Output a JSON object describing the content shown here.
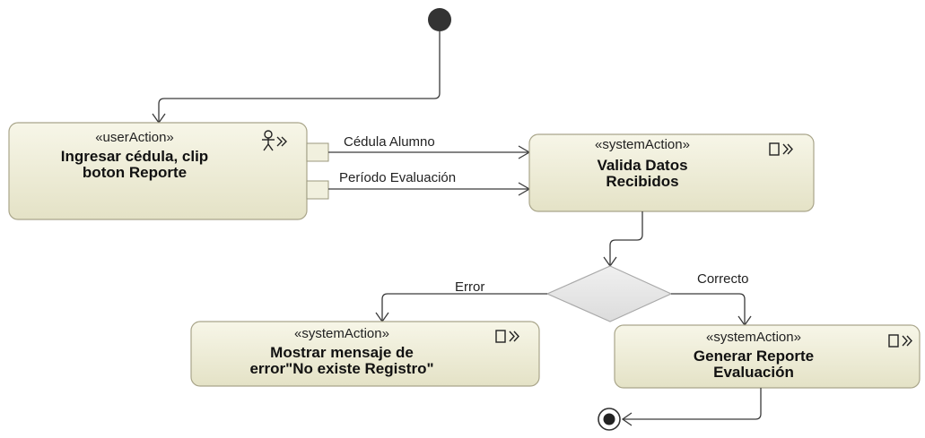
{
  "nodes": {
    "user_action": {
      "stereotype": "«userAction»",
      "title_lines": [
        "Ingresar cédula, clip",
        "boton  Reporte"
      ]
    },
    "validate": {
      "stereotype": "«systemAction»",
      "title_lines": [
        "Valida Datos",
        "Recibidos"
      ]
    },
    "error": {
      "stereotype": "«systemAction»",
      "title_lines": [
        "Mostrar mensaje de",
        "error\"No existe Registro\""
      ]
    },
    "report": {
      "stereotype": "«systemAction»",
      "title_lines": [
        "Generar Reporte",
        "Evaluación"
      ]
    }
  },
  "edges": {
    "cedula": "Cédula Alumno",
    "periodo": "Período Evaluación",
    "error": "Error",
    "correcto": "Correcto"
  },
  "icons": {
    "user": "user-action-icon",
    "system": "system-action-icon"
  },
  "colors": {
    "node_fill_top": "#f7f6e8",
    "node_fill_bottom": "#e4e2c6",
    "node_stroke": "#a9a58a",
    "decision_fill": "#e6e6e6",
    "initial": "#333333"
  }
}
